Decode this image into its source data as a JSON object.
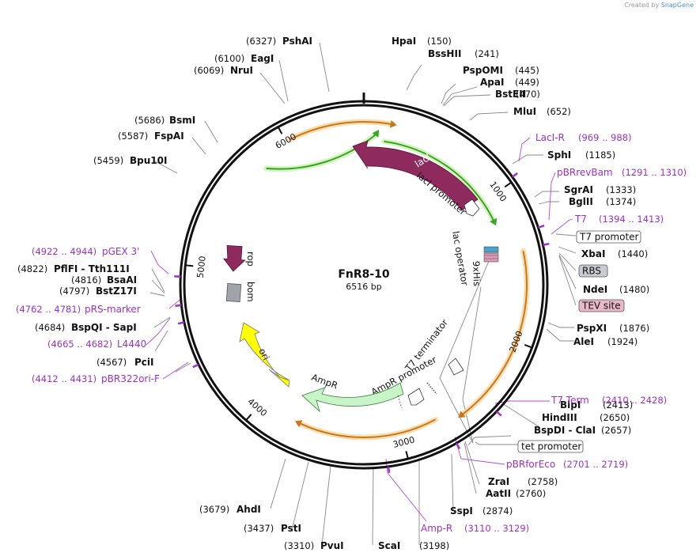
{
  "credit": {
    "prefix": "Created by",
    "brand": "SnapGene"
  },
  "map": {
    "name": "FnR8-10",
    "length_bp": 6516,
    "length_label": "6516 bp",
    "ticks": [
      {
        "bp": 1000,
        "label": "1000"
      },
      {
        "bp": 2000,
        "label": "2000"
      },
      {
        "bp": 3000,
        "label": "3000"
      },
      {
        "bp": 4000,
        "label": "4000"
      },
      {
        "bp": 5000,
        "label": "5000"
      },
      {
        "bp": 6000,
        "label": "6000"
      }
    ]
  },
  "sites": [
    {
      "name": "HpaI",
      "pos": "(150)",
      "bp": 150
    },
    {
      "name": "BssHII",
      "pos": "(241)",
      "bp": 241
    },
    {
      "name": "PspOMI",
      "pos": "(445)",
      "bp": 445
    },
    {
      "name": "ApaI",
      "pos": "(449)",
      "bp": 449
    },
    {
      "name": "BstEII",
      "pos": "(470)",
      "bp": 470
    },
    {
      "name": "MluI",
      "pos": "(652)",
      "bp": 652
    },
    {
      "name": "SphI",
      "pos": "(1185)",
      "bp": 1185
    },
    {
      "name": "SgrAI",
      "pos": "(1333)",
      "bp": 1333
    },
    {
      "name": "BglII",
      "pos": "(1374)",
      "bp": 1374
    },
    {
      "name": "XbaI",
      "pos": "(1440)",
      "bp": 1440
    },
    {
      "name": "NdeI",
      "pos": "(1480)",
      "bp": 1480
    },
    {
      "name": "PspXI",
      "pos": "(1876)",
      "bp": 1876
    },
    {
      "name": "AleI",
      "pos": "(1924)",
      "bp": 1924
    },
    {
      "name": "BlpI",
      "pos": "(2413)",
      "bp": 2413
    },
    {
      "name": "HindIII",
      "pos": "(2650)",
      "bp": 2650
    },
    {
      "name": "BspDI - ClaI",
      "pos": "(2657)",
      "bp": 2657
    },
    {
      "name": "ZraI",
      "pos": "(2758)",
      "bp": 2758
    },
    {
      "name": "AatII",
      "pos": "(2760)",
      "bp": 2760
    },
    {
      "name": "SspI",
      "pos": "(2874)",
      "bp": 2874
    },
    {
      "name": "ScaI",
      "pos": "(3198)",
      "bp": 3198
    },
    {
      "name": "PvuI",
      "pos": "(3310)",
      "bp": 3310
    },
    {
      "name": "PstI",
      "pos": "(3437)",
      "bp": 3437
    },
    {
      "name": "AhdI",
      "pos": "(3679)",
      "bp": 3679
    },
    {
      "name": "PciI",
      "pos": "(4567)",
      "bp": 4567
    },
    {
      "name": "BspQI - SapI",
      "pos": "(4684)",
      "bp": 4684
    },
    {
      "name": "BstZ17I",
      "pos": "(4797)",
      "bp": 4797
    },
    {
      "name": "BsaAI",
      "pos": "(4816)",
      "bp": 4816
    },
    {
      "name": "PflFI - Tth111I",
      "pos": "(4822)",
      "bp": 4822
    },
    {
      "name": "Bpu10I",
      "pos": "(5459)",
      "bp": 5459
    },
    {
      "name": "FspAI",
      "pos": "(5587)",
      "bp": 5587
    },
    {
      "name": "BsmI",
      "pos": "(5686)",
      "bp": 5686
    },
    {
      "name": "NruI",
      "pos": "(6069)",
      "bp": 6069
    },
    {
      "name": "EagI",
      "pos": "(6100)",
      "bp": 6100
    },
    {
      "name": "PshAI",
      "pos": "(6327)",
      "bp": 6327
    }
  ],
  "primers": [
    {
      "name": "LacI-R",
      "range": "(969 .. 988)",
      "bp": 978
    },
    {
      "name": "pBRrevBam",
      "range": "(1291 .. 1310)",
      "bp": 1300
    },
    {
      "name": "T7",
      "range": "(1394 .. 1413)",
      "bp": 1403
    },
    {
      "name": "T7 Term",
      "range": "(2410 .. 2428)",
      "bp": 2419
    },
    {
      "name": "pBRforEco",
      "range": "(2701 .. 2719)",
      "bp": 2710
    },
    {
      "name": "Amp-R",
      "range": "(3110 .. 3129)",
      "bp": 3119
    },
    {
      "name": "pBR322ori-F",
      "range": "(4412 .. 4431)",
      "bp": 4421
    },
    {
      "name": "L4440",
      "range": "(4665 .. 4682)",
      "bp": 4673
    },
    {
      "name": "pRS-marker",
      "range": "(4762 .. 4781)",
      "bp": 4771
    },
    {
      "name": "pGEX 3'",
      "range": "(4922 .. 4944)",
      "bp": 4933
    }
  ],
  "boxed_features": [
    {
      "name": "T7 promoter",
      "style": "white"
    },
    {
      "name": "RBS",
      "style": "gray"
    },
    {
      "name": "TEV site",
      "style": "pink"
    },
    {
      "name": "tet promoter",
      "style": "white"
    }
  ],
  "features": [
    {
      "name": "lacI",
      "color": "#8e2a5e"
    },
    {
      "name": "lacI promoter",
      "color": "#ffffff"
    },
    {
      "name": "lac operator",
      "color": "#4aa3c8"
    },
    {
      "name": "9xHis",
      "color": "#d99bb5"
    },
    {
      "name": "T7 terminator",
      "color": "#ffffff"
    },
    {
      "name": "AmpR promoter",
      "color": "#ffffff"
    },
    {
      "name": "AmpR",
      "color": "#c8f5c8"
    },
    {
      "name": "ori",
      "color": "#ffff00"
    },
    {
      "name": "bom",
      "color": "#a0a4aa"
    },
    {
      "name": "rop",
      "color": "#8e2a5e"
    }
  ],
  "colors": {
    "backbone": "#111111",
    "site_text": "#111111",
    "primer": "#9b30c8",
    "orf_orange": "#c8781a",
    "orf_green": "#3aa428"
  }
}
